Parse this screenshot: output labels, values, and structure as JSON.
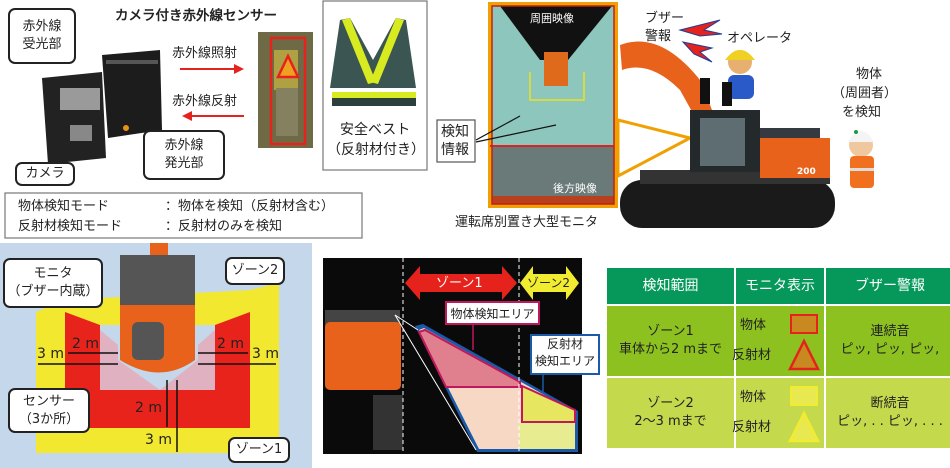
{
  "sensor": {
    "title": "カメラ付き赤外線センサー",
    "receiver_label": [
      "赤外線",
      "受光部"
    ],
    "emitter_label": [
      "赤外線",
      "発光部"
    ],
    "camera_label": "カメラ",
    "irradiation_label": "赤外線照射",
    "reflection_label": "赤外線反射"
  },
  "vest": {
    "label": "安全ベスト",
    "sub": "（反射材付き）"
  },
  "modes": [
    {
      "name": "物体検知モード",
      "desc": "：物体を検知（反射材含む）"
    },
    {
      "name": "反射材検知モード",
      "desc": "：反射材のみを検知"
    }
  ],
  "monitor": {
    "detect_info": [
      "検知",
      "情報"
    ],
    "surround_label": "周囲映像",
    "rear_label": "後方映像",
    "caption": "運転席別置き大型モニタ"
  },
  "excavator": {
    "buzzer_label": [
      "ブザー",
      "警報"
    ],
    "operator_label": "オペレータ",
    "object_label": [
      "物体",
      "（周囲者）",
      "を検知"
    ],
    "model_badge": "200"
  },
  "zone_diagram": {
    "monitor_callout": [
      "モニタ",
      "（ブザー内蔵）"
    ],
    "zone2": "ゾーン2",
    "zone1": "ゾーン1",
    "sensor_callout": [
      "センサー",
      "（3か所）"
    ],
    "d2m": "2 m",
    "d3m": "3 m"
  },
  "side_diagram": {
    "zone1": "ゾーン1",
    "zone2": "ゾーン2",
    "object_area": "物体検知エリア",
    "reflector_area": [
      "反射材",
      "検知エリア"
    ]
  },
  "table": {
    "headers": [
      "検知範囲",
      "モニタ表示",
      "ブザー警報"
    ],
    "rows": [
      {
        "range": [
          "ゾーン1",
          "車体から2 mまで"
        ],
        "object": "物体",
        "reflector": "反射材",
        "buzzer": [
          "連続音",
          "ピッ, ピッ, ピッ,"
        ]
      },
      {
        "range": [
          "ゾーン2",
          "2～3 mまで"
        ],
        "object": "物体",
        "reflector": "反射材",
        "buzzer": [
          "断続音",
          "ピッ, . . ピッ, . . ."
        ]
      }
    ]
  },
  "colors": {
    "zone1": "#e8231c",
    "zone2": "#f2e830",
    "header_green": "#05985a",
    "row1": "#8cc11f",
    "row2": "#c4d94c",
    "monitor_border": "#f0a000"
  }
}
